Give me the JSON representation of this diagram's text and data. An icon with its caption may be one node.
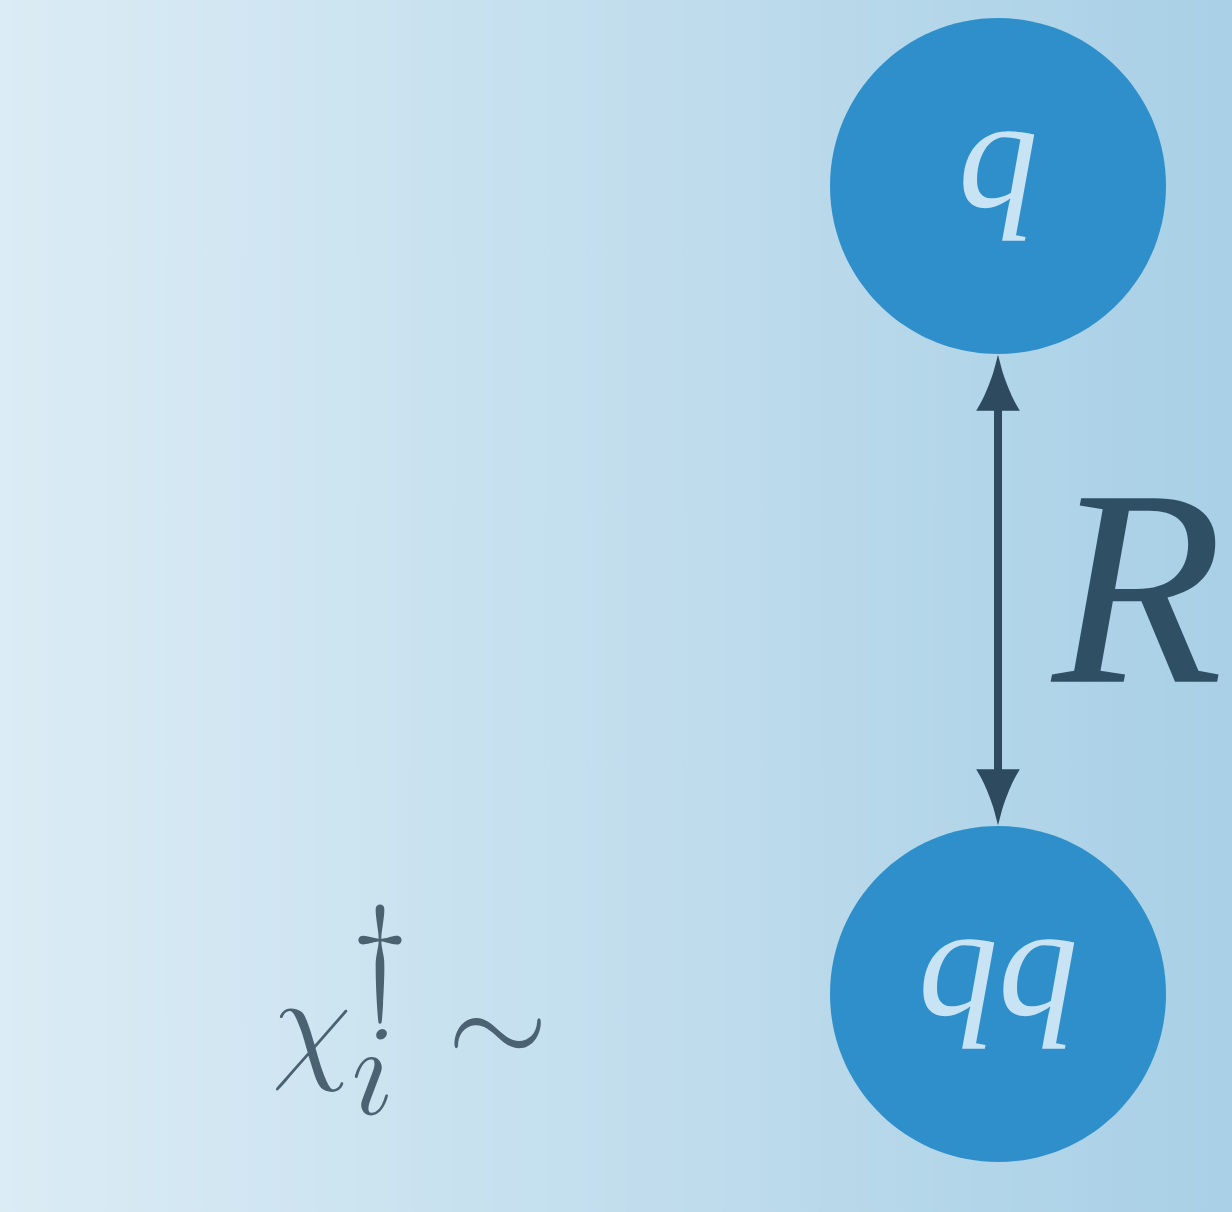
{
  "diagram": {
    "nodes": [
      {
        "text": [
          "q"
        ]
      },
      {
        "text": [
          "qq"
        ]
      }
    ],
    "edges": [
      {
        "from": 0,
        "to": 1,
        "arrow": "both",
        "label": "R"
      }
    ],
    "labels": [
      "\\chi_i^\\dagger \\sim"
    ]
  }
}
